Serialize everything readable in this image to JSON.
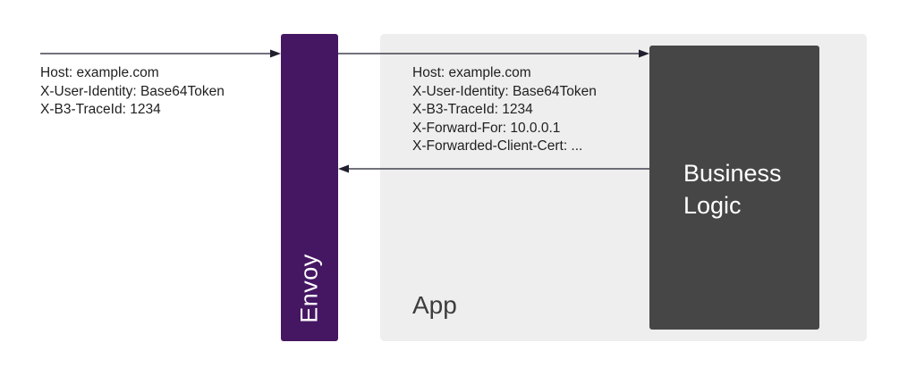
{
  "app": {
    "label": "App"
  },
  "envoy": {
    "label": "Envoy",
    "color": "#451763"
  },
  "business_logic": {
    "line1": "Business",
    "line2": "Logic",
    "color": "#464646"
  },
  "incoming_headers": [
    "Host: example.com",
    "X-User-Identity: Base64Token",
    "X-B3-TraceId: 1234"
  ],
  "forwarded_headers": [
    "Host: example.com",
    "X-User-Identity: Base64Token",
    "X-B3-TraceId: 1234",
    "X-Forward-For: 10.0.0.1",
    "X-Forwarded-Client-Cert: ..."
  ],
  "colors": {
    "app_background": "#eeeeee",
    "arrow": "#1f1f2e"
  }
}
